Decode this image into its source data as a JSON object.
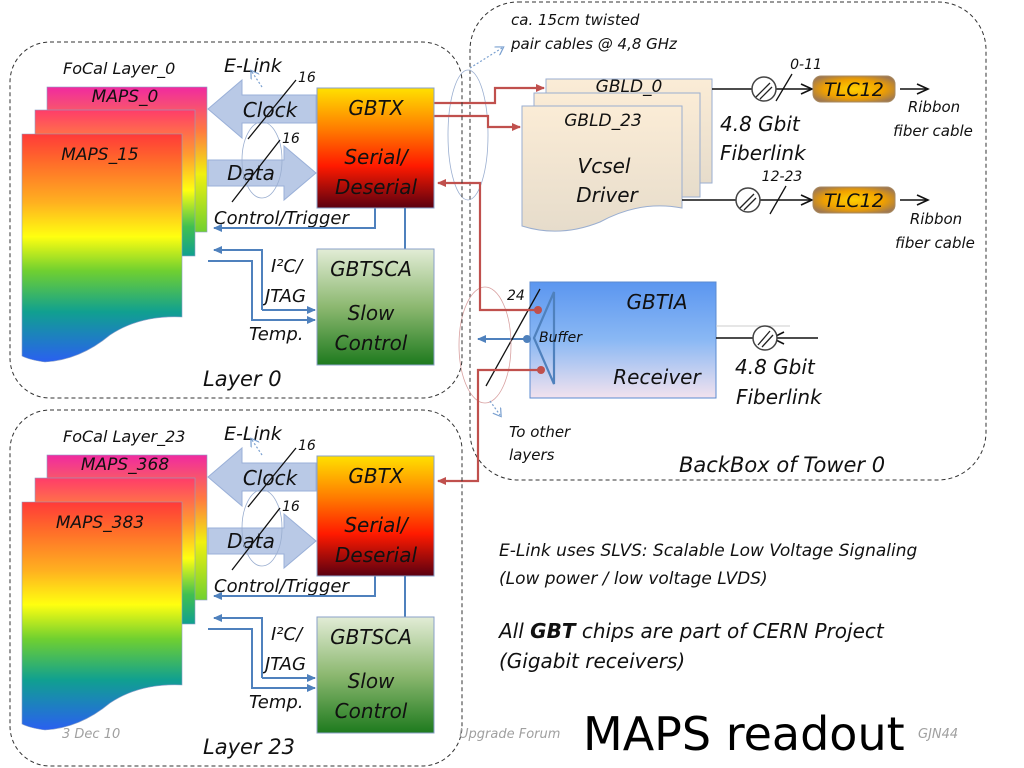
{
  "slide": {
    "title": "MAPS readout",
    "footer_left": "3 Dec 10",
    "footer_center": "Upgrade Forum",
    "footer_right": "GJN44"
  },
  "layers": [
    {
      "caption": "Layer 0",
      "focal_label": "FoCal Layer_0",
      "maps_first": "MAPS_0",
      "maps_last": "MAPS_15",
      "elink": "E-Link",
      "clock": "Clock",
      "data": "Data",
      "clock_width": "16",
      "data_width": "16",
      "control_trigger": "Control/Trigger",
      "i2c": "I²C/",
      "jtag": "JTAG",
      "temp": "Temp.",
      "gbtx": {
        "name": "GBTX",
        "line1": "Serial/",
        "line2": "Deserial"
      },
      "gbtsca": {
        "name": "GBTSCA",
        "line1": "Slow",
        "line2": "Control"
      }
    },
    {
      "caption": "Layer 23",
      "focal_label": "FoCal Layer_23",
      "maps_first": "MAPS_368",
      "maps_last": "MAPS_383",
      "elink": "E-Link",
      "clock": "Clock",
      "data": "Data",
      "clock_width": "16",
      "data_width": "16",
      "control_trigger": "Control/Trigger",
      "i2c": "I²C/",
      "jtag": "JTAG",
      "temp": "Temp.",
      "gbtx": {
        "name": "GBTX",
        "line1": "Serial/",
        "line2": "Deserial"
      },
      "gbtsca": {
        "name": "GBTSCA",
        "line1": "Slow",
        "line2": "Control"
      }
    }
  ],
  "backbox": {
    "caption": "BackBox of Tower 0",
    "twisted_line1": "ca. 15cm twisted",
    "twisted_line2": "pair cables @ 4,8 GHz",
    "gbld_first": "GBLD_0",
    "gbld_last": "GBLD_23",
    "vcsel_line1": "Vcsel",
    "vcsel_line2": "Driver",
    "fiber_out_line1": "4.8 Gbit",
    "fiber_out_line2": "Fiberlink",
    "range_top": "0-11",
    "range_bottom": "12-23",
    "tlc_top": "TLC12",
    "tlc_bottom": "TLC12",
    "ribbon_line1": "Ribbon",
    "ribbon_line2": "fiber cable",
    "gbtia": "GBTIA",
    "buffer": "Buffer",
    "receiver": "Receiver",
    "buffer_width": "24",
    "fiber_in_line1": "4.8 Gbit",
    "fiber_in_line2": "Fiberlink",
    "to_other_line1": "To other",
    "to_other_line2": "layers"
  },
  "notes": {
    "elink_line1": "E-Link uses SLVS: Scalable Low Voltage Signaling",
    "elink_line2": "(Low power / low voltage LVDS)",
    "gbt_prefix": "All ",
    "gbt_bold": "GBT",
    "gbt_suffix": " chips are part of CERN Project",
    "gbt_line2": "(Gigabit receivers)"
  },
  "colors": {
    "link_red": "#c0504d",
    "link_blue": "#4f81bd",
    "arrow_fill": "#b9c9e6"
  }
}
